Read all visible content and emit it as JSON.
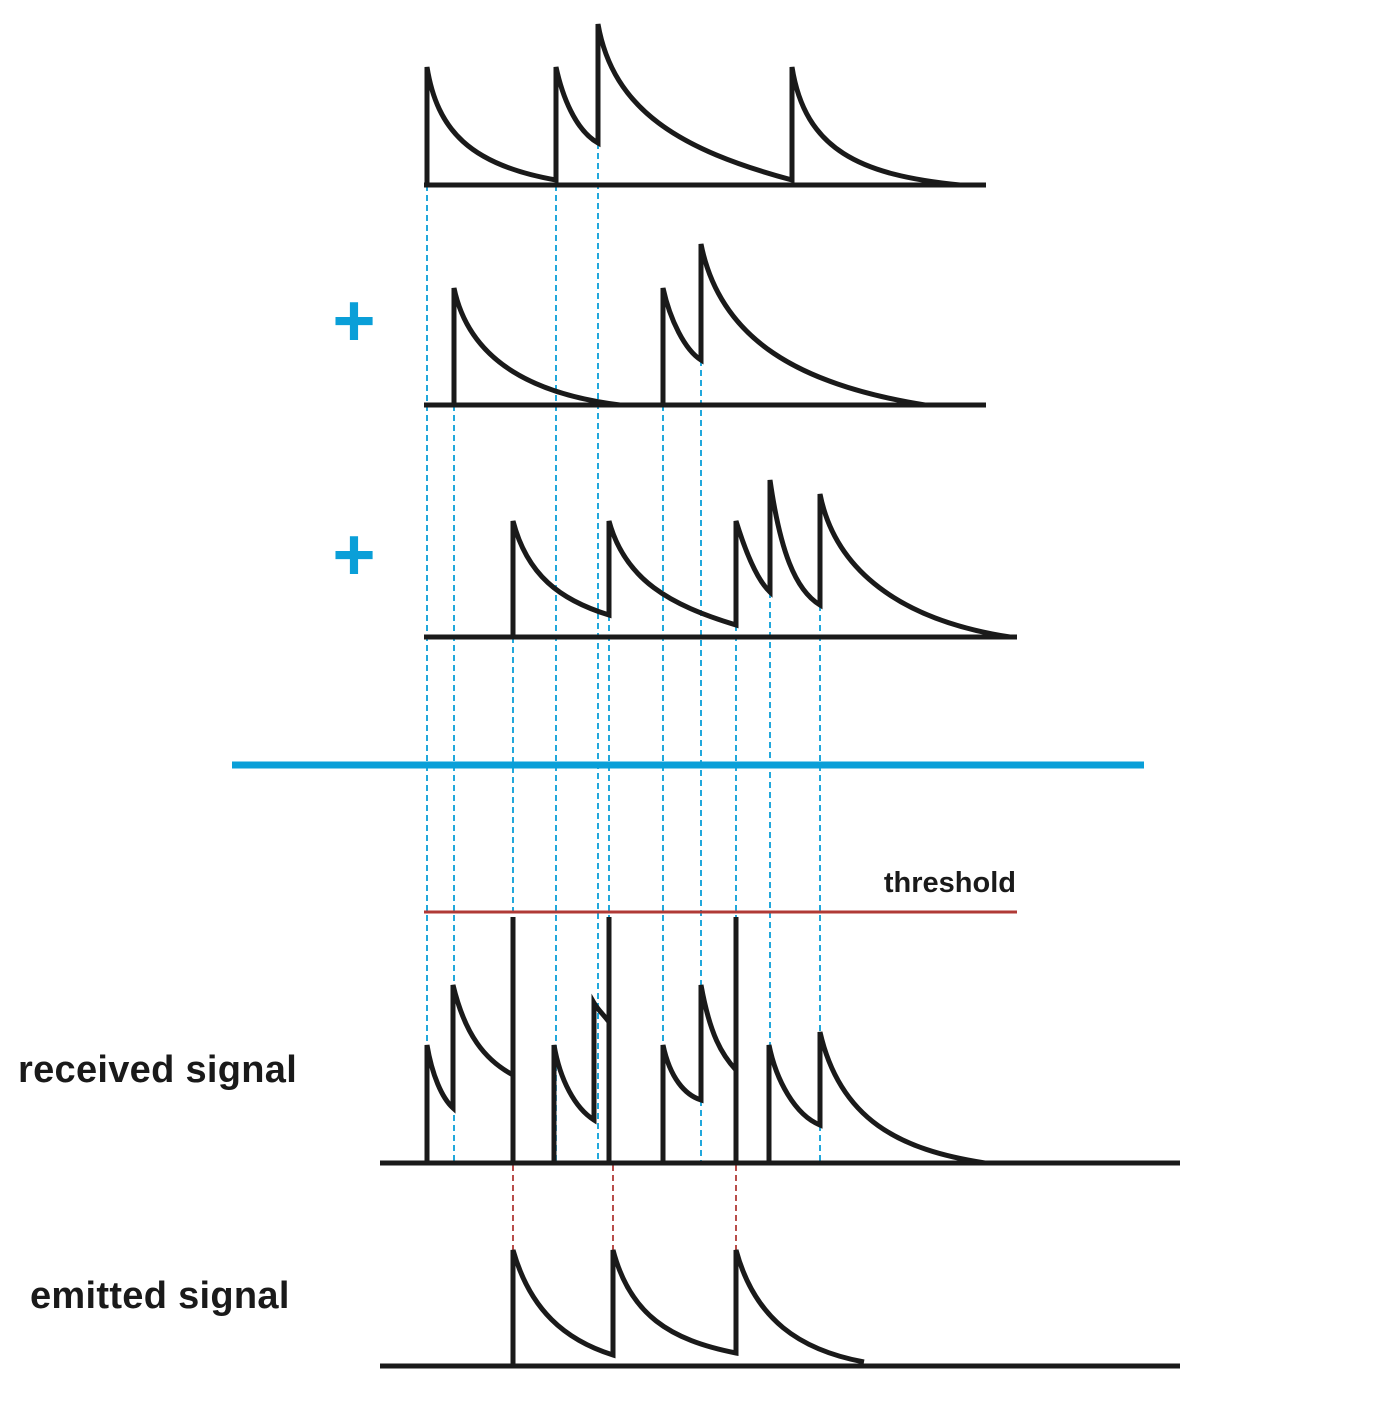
{
  "labels": {
    "received": "received signal",
    "emitted": "emitted signal",
    "threshold": "threshold",
    "plus": "+"
  },
  "colors": {
    "ink": "#1a1a1a",
    "blue": "#0a9fd8",
    "red": "#b03a36",
    "background": "#ffffff"
  }
}
